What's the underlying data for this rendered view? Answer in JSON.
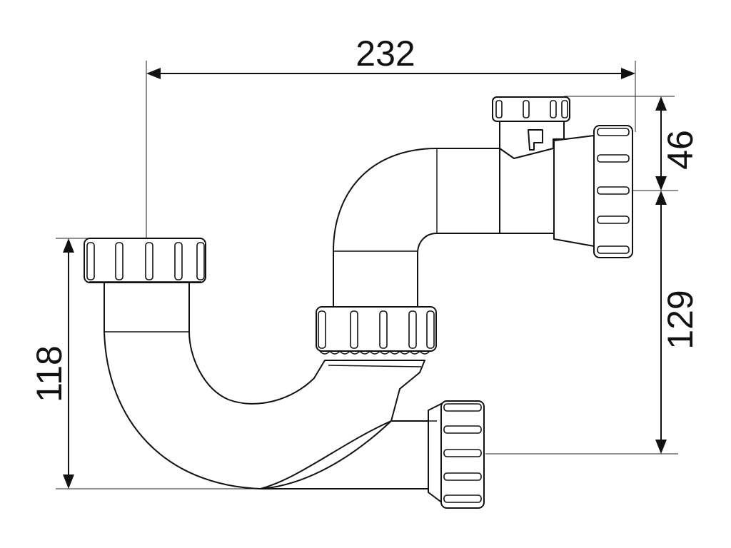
{
  "colors": {
    "line": "#111111",
    "background": "#ffffff"
  },
  "dimensions": {
    "total_width": "232",
    "inlet_height": "118",
    "top_offset": "46",
    "side_height": "129"
  }
}
